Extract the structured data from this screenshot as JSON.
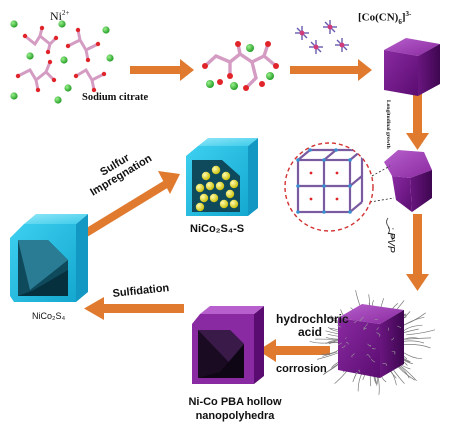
{
  "labels": {
    "ni_ion": "Ni",
    "ni_ion_charge": "2+",
    "sodium_citrate": "Sodium citrate",
    "cobalt_cyanide_prefix": "[Co(CN)",
    "cobalt_cyanide_sub": "6",
    "cobalt_cyanide_suffix": "]",
    "cobalt_cyanide_charge": "3-",
    "longitudinal_growth": "Longitudinal growth",
    "pvp": ": PVP",
    "hydrochloric_acid_line1": "hydrochloric",
    "hydrochloric_acid_line2": "acid",
    "corrosion": "corrosion",
    "ni_co_pba_line1": "Ni-Co PBA hollow",
    "ni_co_pba_line2": "nanopolyhedra",
    "sulfidation": "Sulfidation",
    "nico2s4": "NiCo₂S₄",
    "sulfur_impregnation_line1": "Sulfur",
    "sulfur_impregnation_line2": "Impregnation",
    "nico2s4_s": "NiCo₂S₄-S"
  },
  "colors": {
    "arrow": "#e07a2e",
    "purple_cube": "#7a1a8c",
    "cyan_cube": "#2cc6ea",
    "sulfur": "#e8e010",
    "citrate_bond": "#d59cc3",
    "ni_ball": "#39c43c",
    "red_atom": "#e0242a",
    "framework": "#7a5aa0",
    "zoom_circle": "#d23030"
  }
}
